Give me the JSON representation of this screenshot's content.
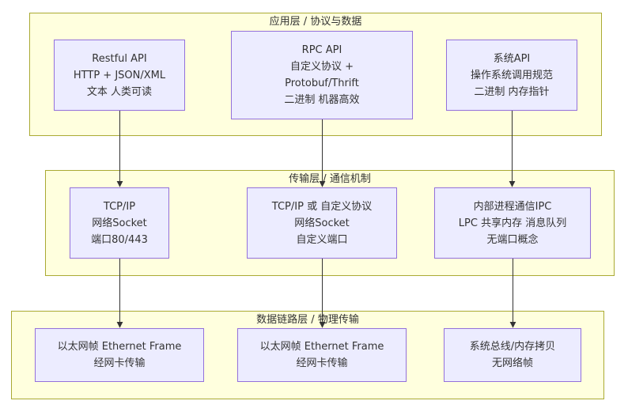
{
  "layers": {
    "app": {
      "title": "应用层 / 协议与数据"
    },
    "transport": {
      "title": "传输层 / 通信机制"
    },
    "link": {
      "title": "数据链路层 / 物理传输"
    }
  },
  "nodes": {
    "restful": {
      "lines": [
        "Restful API",
        "HTTP + JSON/XML",
        "文本 人类可读"
      ]
    },
    "rpc": {
      "lines": [
        "RPC API",
        "自定义协议 +",
        "Protobuf/Thrift",
        "二进制 机器高效"
      ]
    },
    "sysapi": {
      "lines": [
        "系统API",
        "操作系统调用规范",
        "二进制 内存指针"
      ]
    },
    "tcpip": {
      "lines": [
        "TCP/IP",
        "网络Socket",
        "端口80/443"
      ]
    },
    "rpctransport": {
      "lines": [
        "TCP/IP 或 自定义协议",
        "网络Socket",
        "自定义端口"
      ]
    },
    "ipc": {
      "lines": [
        "内部进程通信IPC",
        "LPC 共享内存 消息队列",
        "无端口概念"
      ]
    },
    "eth1": {
      "lines": [
        "以太网帧 Ethernet Frame",
        "经网卡传输"
      ]
    },
    "eth2": {
      "lines": [
        "以太网帧 Ethernet Frame",
        "经网卡传输"
      ]
    },
    "sysbus": {
      "lines": [
        "系统总线/内存拷贝",
        "无网络帧"
      ]
    }
  },
  "edges": [
    {
      "from": "restful",
      "to": "tcpip"
    },
    {
      "from": "rpc",
      "to": "rpctransport"
    },
    {
      "from": "sysapi",
      "to": "ipc"
    },
    {
      "from": "tcpip",
      "to": "eth1"
    },
    {
      "from": "rpctransport",
      "to": "eth2"
    },
    {
      "from": "ipc",
      "to": "sysbus"
    }
  ],
  "colors": {
    "layer_fill": "#ffffde",
    "layer_border": "#aaaa33",
    "node_fill": "#ececff",
    "node_border": "#9370db",
    "edge": "#333333"
  }
}
